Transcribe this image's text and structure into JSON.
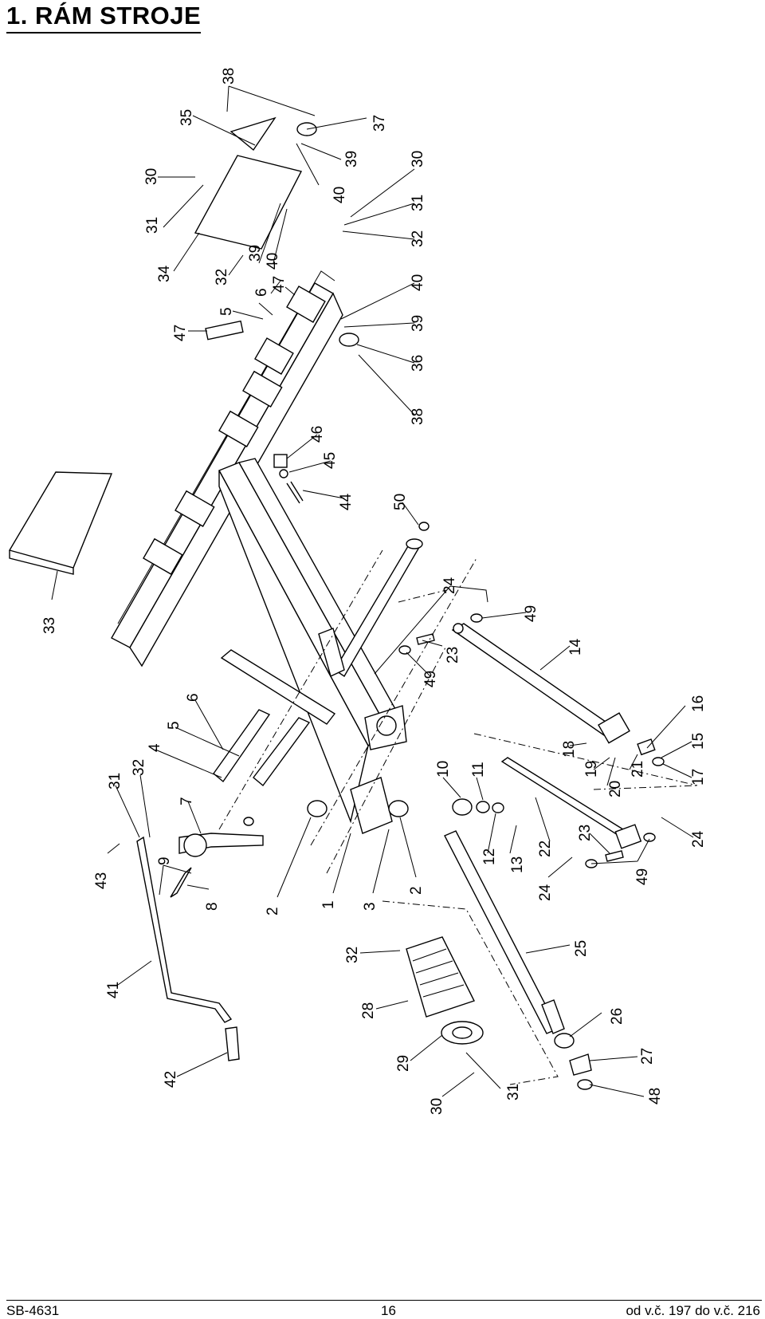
{
  "header": {
    "title": "1.  RÁM STROJE"
  },
  "footer": {
    "doc_code": "SB-4631",
    "page_number": "16",
    "range": "od v.č. 197 do v.č. 216"
  },
  "callouts": [
    {
      "id": "c38a",
      "text": "38"
    },
    {
      "id": "c35",
      "text": "35"
    },
    {
      "id": "c37",
      "text": "37"
    },
    {
      "id": "c30a",
      "text": "30"
    },
    {
      "id": "c39a",
      "text": "39"
    },
    {
      "id": "c40a",
      "text": "40"
    },
    {
      "id": "c31a",
      "text": "31"
    },
    {
      "id": "c30b",
      "text": "30"
    },
    {
      "id": "c31b",
      "text": "31"
    },
    {
      "id": "c32a",
      "text": "32"
    },
    {
      "id": "c34",
      "text": "34"
    },
    {
      "id": "c32b",
      "text": "32"
    },
    {
      "id": "c39b",
      "text": "39"
    },
    {
      "id": "c40b",
      "text": "40"
    },
    {
      "id": "c47a",
      "text": "47"
    },
    {
      "id": "c40c",
      "text": "40"
    },
    {
      "id": "c6a",
      "text": "6"
    },
    {
      "id": "c5a",
      "text": "5"
    },
    {
      "id": "c47b",
      "text": "47"
    },
    {
      "id": "c39c",
      "text": "39"
    },
    {
      "id": "c36",
      "text": "36"
    },
    {
      "id": "c38b",
      "text": "38"
    },
    {
      "id": "c46",
      "text": "46"
    },
    {
      "id": "c45",
      "text": "45"
    },
    {
      "id": "c44",
      "text": "44"
    },
    {
      "id": "c50",
      "text": "50"
    },
    {
      "id": "c33",
      "text": "33"
    },
    {
      "id": "c24a",
      "text": "24"
    },
    {
      "id": "c49a",
      "text": "49"
    },
    {
      "id": "c14",
      "text": "14"
    },
    {
      "id": "c23a",
      "text": "23"
    },
    {
      "id": "c49b",
      "text": "49"
    },
    {
      "id": "c6b",
      "text": "6"
    },
    {
      "id": "c5b",
      "text": "5"
    },
    {
      "id": "c4",
      "text": "4"
    },
    {
      "id": "c32c",
      "text": "32"
    },
    {
      "id": "c31c",
      "text": "31"
    },
    {
      "id": "c7",
      "text": "7"
    },
    {
      "id": "c16",
      "text": "16"
    },
    {
      "id": "c18",
      "text": "18"
    },
    {
      "id": "c19",
      "text": "19"
    },
    {
      "id": "c20",
      "text": "20"
    },
    {
      "id": "c21",
      "text": "21"
    },
    {
      "id": "c15",
      "text": "15"
    },
    {
      "id": "c17",
      "text": "17"
    },
    {
      "id": "c10",
      "text": "10"
    },
    {
      "id": "c11",
      "text": "11"
    },
    {
      "id": "c9",
      "text": "9"
    },
    {
      "id": "c43",
      "text": "43"
    },
    {
      "id": "c8",
      "text": "8"
    },
    {
      "id": "c2a",
      "text": "2"
    },
    {
      "id": "c1",
      "text": "1"
    },
    {
      "id": "c3",
      "text": "3"
    },
    {
      "id": "c2b",
      "text": "2"
    },
    {
      "id": "c12",
      "text": "12"
    },
    {
      "id": "c13",
      "text": "13"
    },
    {
      "id": "c22",
      "text": "22"
    },
    {
      "id": "c23b",
      "text": "23"
    },
    {
      "id": "c24b",
      "text": "24"
    },
    {
      "id": "c49c",
      "text": "49"
    },
    {
      "id": "c24c",
      "text": "24"
    },
    {
      "id": "c41",
      "text": "41"
    },
    {
      "id": "c32d",
      "text": "32"
    },
    {
      "id": "c25",
      "text": "25"
    },
    {
      "id": "c28",
      "text": "28"
    },
    {
      "id": "c26",
      "text": "26"
    },
    {
      "id": "c29",
      "text": "29"
    },
    {
      "id": "c27",
      "text": "27"
    },
    {
      "id": "c42",
      "text": "42"
    },
    {
      "id": "c30c",
      "text": "30"
    },
    {
      "id": "c31d",
      "text": "31"
    },
    {
      "id": "c48",
      "text": "48"
    }
  ]
}
